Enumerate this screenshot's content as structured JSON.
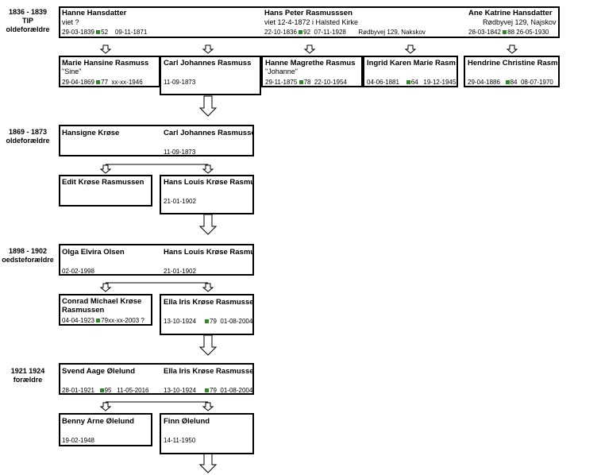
{
  "gen1": {
    "label1": "1836 - 1839",
    "label2": "TIP",
    "label3": "oldeforældre",
    "father": {
      "name": "Hanne Hansdatter",
      "note": "viet ?",
      "born": "29-03-1839",
      "age": "52",
      "died": "09-11-1871"
    },
    "mother": {
      "name": "Hans Peter Rasmusssen",
      "note": "viet 12-4-1872 i Halsted Kirke",
      "born": "22-10-1836",
      "age": "92",
      "died": "07-11-1928",
      "addr": "Rødbyvej 129, Nakskov"
    },
    "third": {
      "name": "Ane Katrine Hansdatter",
      "addr": "Rødbyvej 129, Najskov",
      "born": "28-03-1842",
      "age": "88",
      "died": "26-05-1930"
    }
  },
  "kids1": [
    {
      "name": "Marie Hansine Rasmuss",
      "nick": "\"Sine\"",
      "born": "29-04-1869",
      "age": "77",
      "died": "xx-xx-1946"
    },
    {
      "name": "Carl Johannes Rasmuss",
      "born": "11-09-1873"
    },
    {
      "name": "Hanne Magrethe Rasmus",
      "nick": "\"Johanne\"",
      "born": "29-11-1875",
      "age": "78",
      "died": "22-10-1954"
    },
    {
      "name": "Ingrid Karen Marie Rasm",
      "born": "04-06-1881",
      "age": "64",
      "died": "19-12-1945"
    },
    {
      "name": "Hendrine Christine Rasmussen",
      "born": "29-04-1886",
      "age": "84",
      "died": "08-07-1970"
    }
  ],
  "gen2": {
    "label1": "1869 - 1873",
    "label2": "oldeforældre",
    "a": {
      "name": "Hansigne Krøse"
    },
    "b": {
      "name": "Carl Johannes Rasmussen",
      "born": "11-09-1873"
    }
  },
  "kids2": [
    {
      "name": "Edit Krøse Rasmussen"
    },
    {
      "name": "Hans Louis Krøse Rasmussen",
      "born": "21-01-1902"
    }
  ],
  "gen3": {
    "label1": "1898 - 1902",
    "label2": "oedsteforældre",
    "a": {
      "name": "Olga Elvira Olsen",
      "born": "02-02-1998"
    },
    "b": {
      "name": "Hans Louis Krøse Rasmussen",
      "born": "21-01-1902"
    }
  },
  "kids3": [
    {
      "name": "Conrad Michael Krøse",
      "name2": "Rasmussen",
      "born": "04-04-1923",
      "age": "79",
      "died": "xx-xx-2003 ?"
    },
    {
      "name": "Ella Iris Krøse Rasmussen",
      "born": "13-10-1924",
      "age": "79",
      "died": "01-08-2004"
    }
  ],
  "gen4": {
    "label1": "1921 1924",
    "label2": "forældre",
    "a": {
      "name": "Svend Aage Ølelund",
      "born": "28-01-1921",
      "age": "95",
      "died": "11-05-2016"
    },
    "b": {
      "name": "Ella Iris Krøse Rasmussen",
      "born": "13-10-1924",
      "age": "79",
      "died": "01-08-2004"
    }
  },
  "kids4": [
    {
      "name": "Benny Arne Ølelund",
      "born": "19-02-1948"
    },
    {
      "name": "Finn Ølelund",
      "born": "14-11-1950"
    }
  ]
}
